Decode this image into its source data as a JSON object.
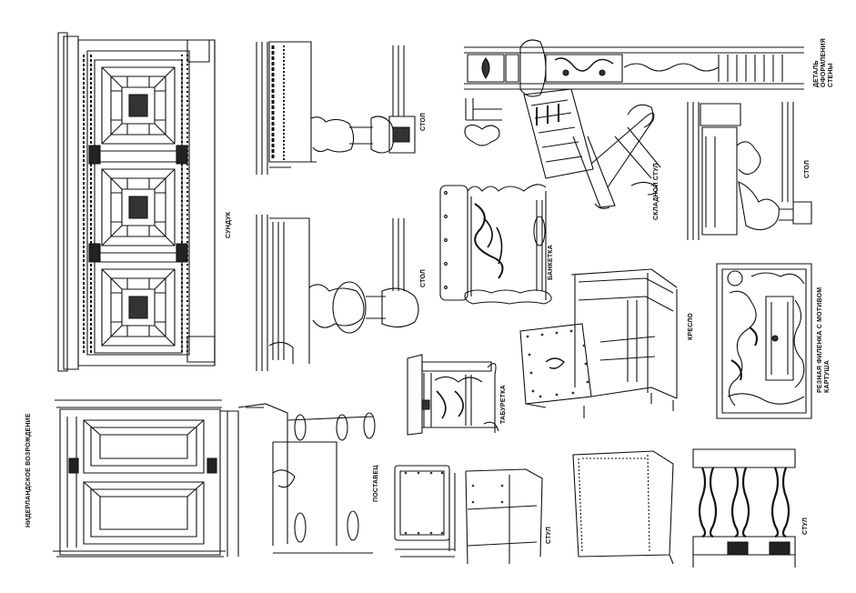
{
  "title": "НИДЕРЛАНДСКОЕ ВОЗРОЖДЕНИЕ",
  "labels": {
    "chest": "СУНДУК",
    "table_top": "СТОЛ",
    "table_mid": "СТОЛ",
    "wall_detail": "ДЕТАЛЬ\nОФОРМЛЕНИЯ\nСТЕНЫ",
    "folding_chair": "СКЛАДНОЙ СТУЛ",
    "table_right": "СТОЛ",
    "bench": "БАНКЕТКА",
    "armchair": "КРЕСЛО",
    "carved_panel": "РЕЗНАЯ ФИЛЕНКА С МОТИВОМ\nКАРТУША",
    "stool": "ТАБУРЕТКА",
    "cupboard": "ПОСТАВЕЦ",
    "chair_small": "СТУЛ",
    "chair_large": "СТУЛ"
  }
}
